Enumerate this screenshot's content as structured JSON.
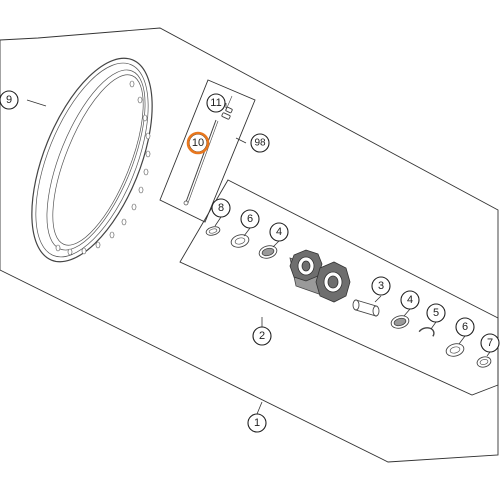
{
  "callouts": {
    "c1": "1",
    "c2": "2",
    "c3": "3",
    "c4a": "4",
    "c4b": "4",
    "c5": "5",
    "c6a": "6",
    "c6b": "6",
    "c7": "7",
    "c8": "8",
    "c9": "9",
    "c10": "10",
    "c11": "11",
    "c98": "98"
  },
  "colors": {
    "highlight": "#e8771e",
    "line": "#333333"
  }
}
